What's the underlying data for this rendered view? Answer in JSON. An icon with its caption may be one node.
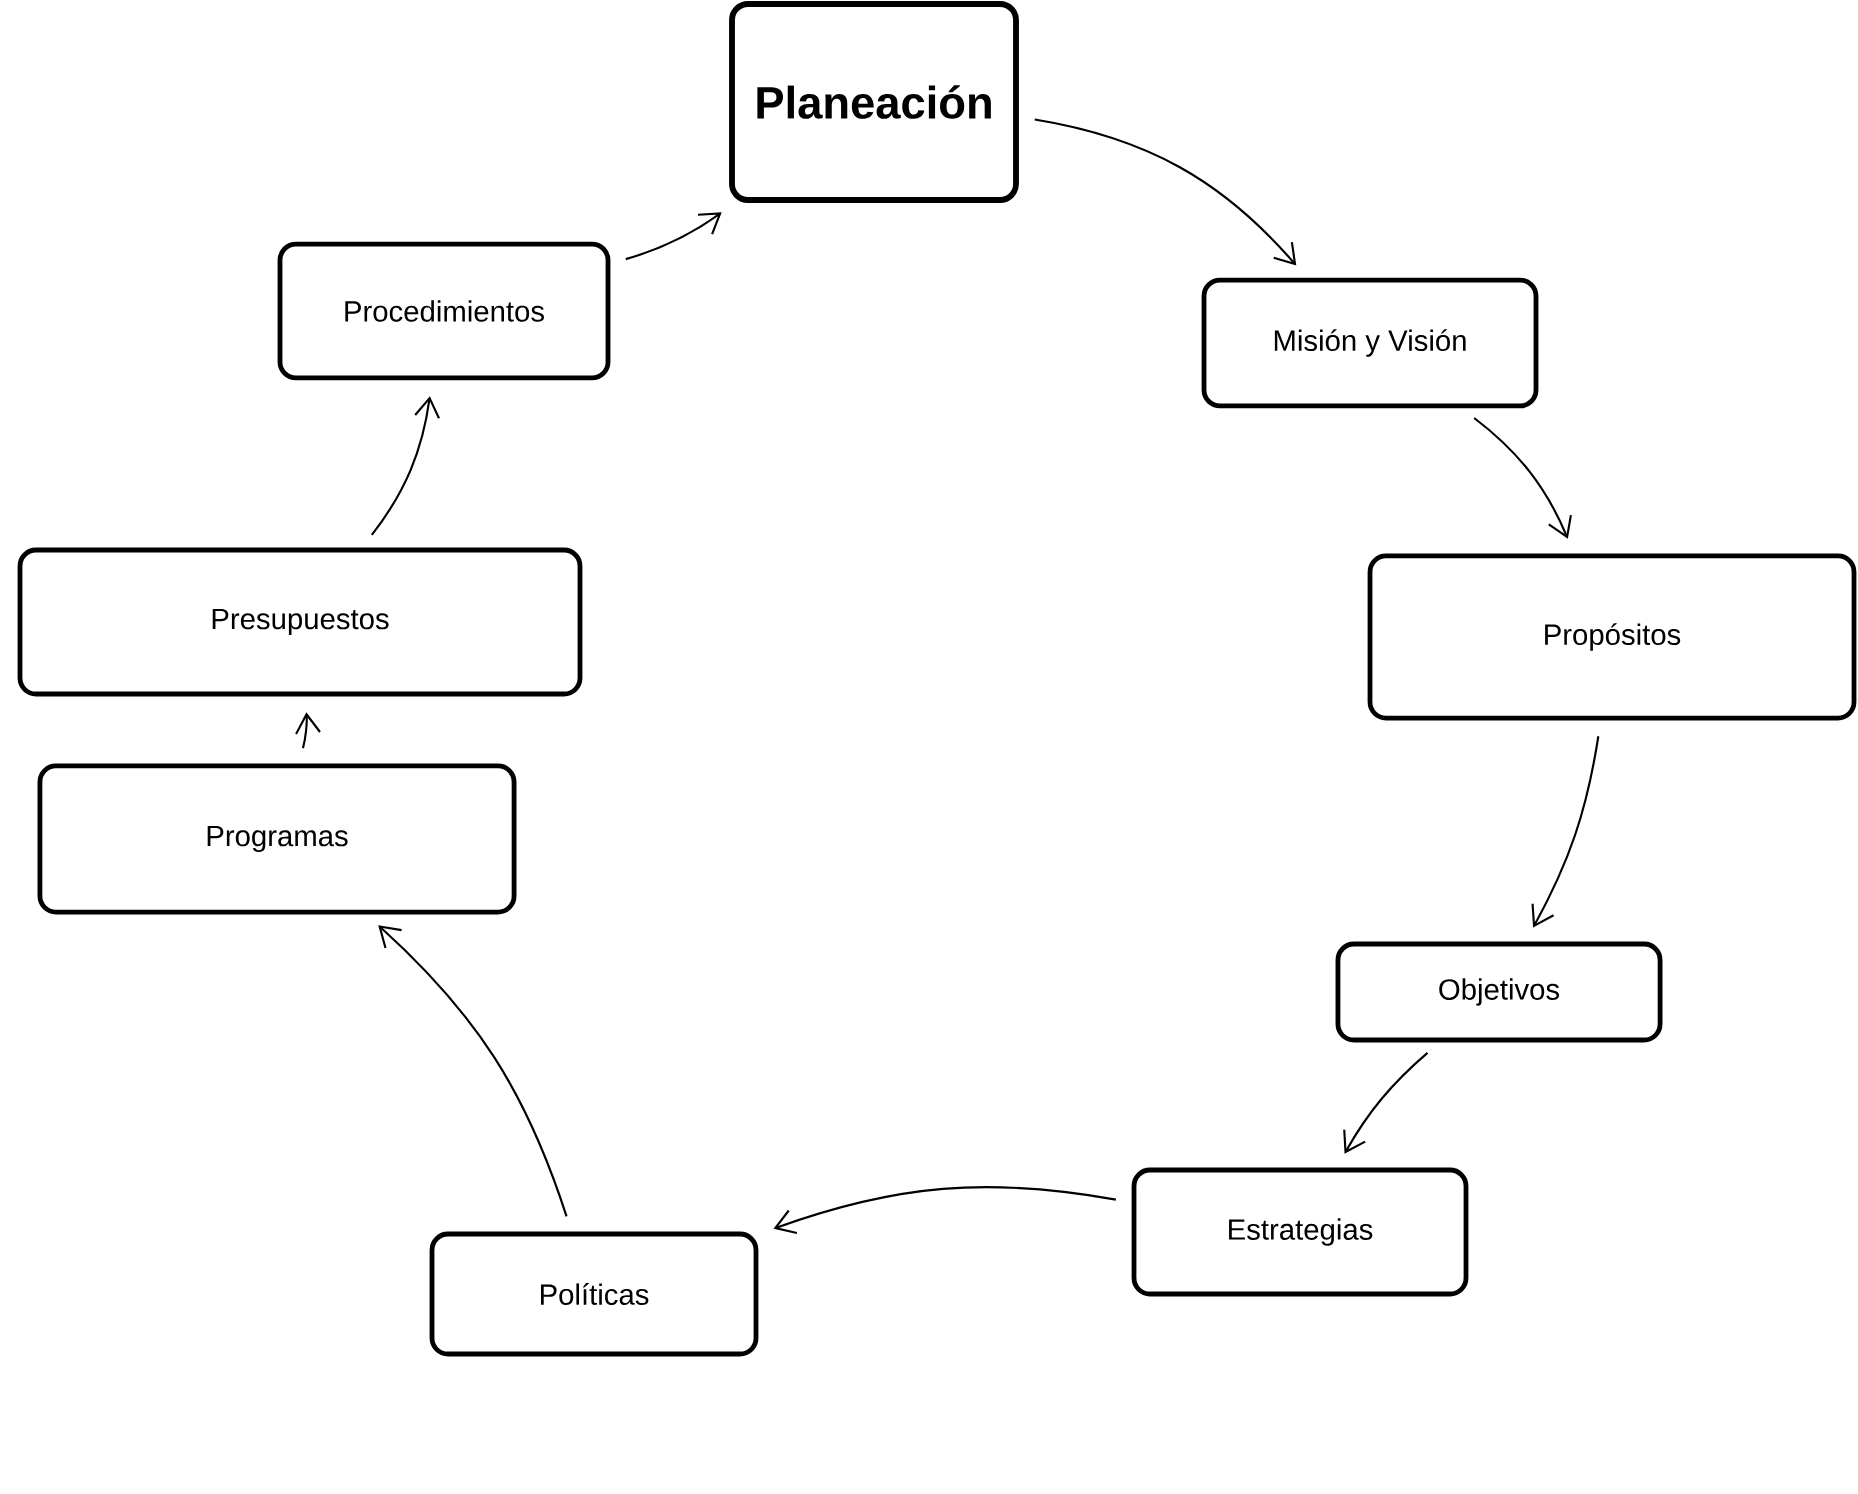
{
  "diagram": {
    "nodes": [
      {
        "text": [
          "Planeación"
        ]
      },
      {
        "text": [
          "Misión y Visión"
        ]
      },
      {
        "text": [
          "Propósitos"
        ]
      },
      {
        "text": [
          "Objetivos"
        ]
      },
      {
        "text": [
          "Estrategias"
        ]
      },
      {
        "text": [
          "Políticas"
        ]
      },
      {
        "text": [
          "Programas"
        ]
      },
      {
        "text": [
          "Presupuestos"
        ]
      },
      {
        "text": [
          "Procedimientos"
        ]
      }
    ],
    "edges": [
      {
        "from": 0,
        "to": 1,
        "arrow": "to"
      },
      {
        "from": 1,
        "to": 2,
        "arrow": "to"
      },
      {
        "from": 2,
        "to": 3,
        "arrow": "to"
      },
      {
        "from": 3,
        "to": 4,
        "arrow": "to"
      },
      {
        "from": 4,
        "to": 5,
        "arrow": "to"
      },
      {
        "from": 5,
        "to": 6,
        "arrow": "to"
      },
      {
        "from": 6,
        "to": 7,
        "arrow": "to"
      },
      {
        "from": 7,
        "to": 8,
        "arrow": "to"
      },
      {
        "from": 8,
        "to": 0,
        "arrow": "to"
      }
    ]
  }
}
